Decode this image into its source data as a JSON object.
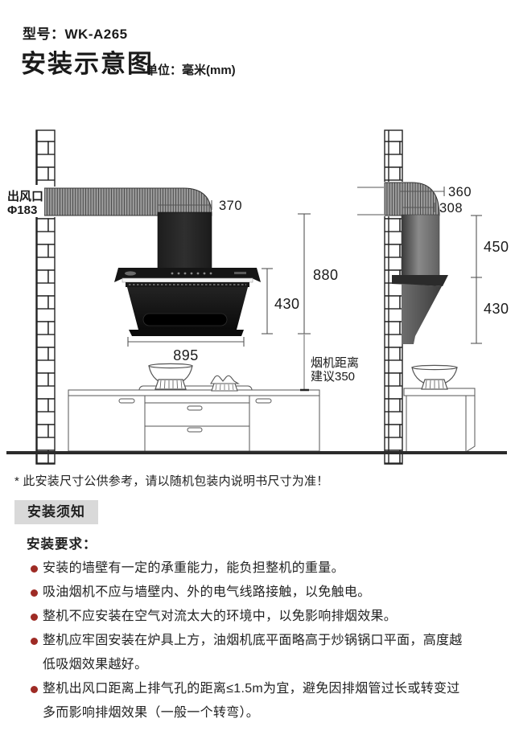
{
  "header": {
    "model": "型号：WK-A265",
    "title": "安装示意图",
    "unit": "单位：毫米(mm)"
  },
  "diagram": {
    "front": {
      "outlet_line1": "出风口",
      "outlet_line2": "Φ183",
      "dim_370": "370",
      "dim_880": "880",
      "dim_430": "430",
      "dim_895": "895",
      "note_line1": "烟机距离",
      "note_line2": "建议350"
    },
    "side": {
      "dim_360": "360",
      "dim_308": "308",
      "dim_450": "450",
      "dim_430": "430"
    }
  },
  "footnote": "* 此安装尺寸公供参考，请以随机包装内说明书尺寸为准！",
  "notice": {
    "box_title": "安装须知",
    "requirements_title": "安装要求：",
    "items": [
      {
        "lines": [
          "安装的墙壁有一定的承重能力，能负担整机的重量。"
        ]
      },
      {
        "lines": [
          "吸油烟机不应与墙壁内、外的电气线路接触，以免触电。"
        ]
      },
      {
        "lines": [
          "整机不应安装在空气对流太大的环境中，以免影响排烟效果。"
        ]
      },
      {
        "lines": [
          "整机应牢固安装在炉具上方，油烟机底平面略高于炒锅锅口平面，高度越",
          "低吸烟效果越好。"
        ]
      },
      {
        "lines": [
          "整机出风口距离上排气孔的距离≤1.5m为宜，避免因排烟管过长或转变过",
          "多而影响排烟效果（一般一个转弯）。"
        ]
      }
    ]
  },
  "colors": {
    "bullet": "#9e2b25",
    "notice_box_bg": "#d9d9d9",
    "ink": "#1a1a1a",
    "drawing_line": "#555555",
    "duct_gray": "#a0a0a0",
    "hood_black": "#141414"
  }
}
